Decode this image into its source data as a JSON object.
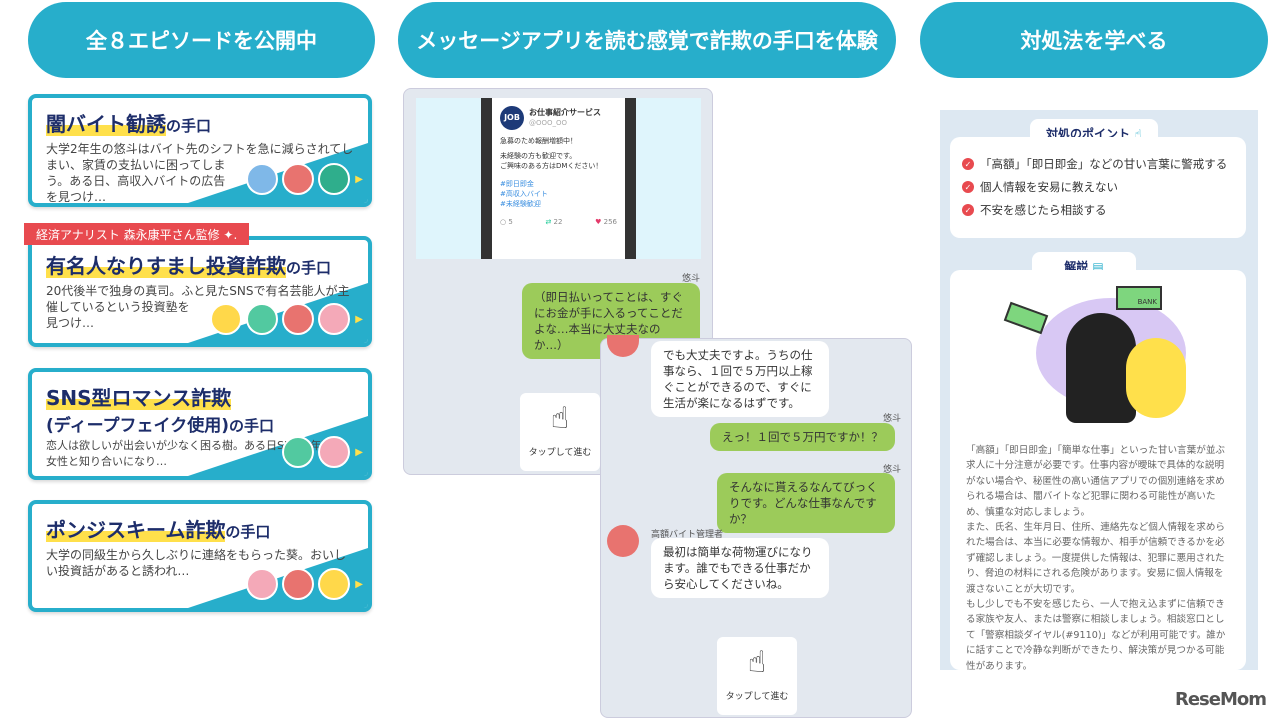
{
  "headers": [
    "全８エピソードを公開中",
    "メッセージアプリを読む感覚で詐欺の手口を体験",
    "対処法を学べる"
  ],
  "episodes": [
    {
      "title": "闇バイト勧誘",
      "suffix": "の手口",
      "desc": "大学2年生の悠斗はバイト先のシフトを急に減らされてしまい、家賃の支払いに困ってしまう。ある日、高収入バイトの広告を見つけ…",
      "avatars": [
        "#7fb8e8",
        "#e8736f",
        "#2fae8c"
      ]
    },
    {
      "title": "有名人なりすまし投資詐欺",
      "suffix": "の手口",
      "desc": "20代後半で独身の真司。ふと見たSNSで有名芸能人が主催しているという投資塾を見つけ…",
      "avatars": [
        "#ffd84a",
        "#52c9a0",
        "#e8736f",
        "#f4a9b8"
      ]
    },
    {
      "title": "SNS型ロマンス詐欺",
      "title2": "(ディープフェイク使用)",
      "suffix": "の手口",
      "desc": "恋人は欲しいが出会いが少なく困る樹。ある日SNSで年下の女性と知り合いになり…",
      "avatars": [
        "#52c9a0",
        "#f4a9b8"
      ]
    },
    {
      "title": "ポンジスキーム詐欺",
      "suffix": "の手口",
      "desc": "大学の同級生から久しぶりに連絡をもらった葵。おいしい投資話があると誘われ…",
      "avatars": [
        "#f4a9b8",
        "#e8736f",
        "#ffd84a"
      ]
    }
  ],
  "badge": "経済アナリスト 森永康平さん監修 ✦.",
  "tweet": {
    "logo": "JOB",
    "name": "お仕事紹介サービス",
    "handle": "@OOO_OO",
    "line1": "急募のため報酬増額中！",
    "line2": "未経験の方も歓迎です。",
    "line3": "ご興味のある方はDMください！",
    "tags": [
      "#即日即金",
      "#高収入バイト",
      "#未経験歓迎"
    ],
    "replies": "5",
    "retweets": "22",
    "likes": "256"
  },
  "chat1": {
    "name": "悠斗",
    "msg": "（即日払いってことは、すぐにお金が手に入るってことだよな…本当に大丈夫なのか…）",
    "tap": "タップして進む"
  },
  "chat2": {
    "m1": "でも大丈夫ですよ。うちの仕事なら、１回で５万円以上稼ぐことができるので、すぐに生活が楽になるはずです。",
    "n2": "悠斗",
    "m2": "えっ！１回で５万円ですか！？",
    "n3": "悠斗",
    "m3": "そんなに貰えるなんてびっくりです。どんな仕事なんですか？",
    "n4": "高額バイト管理者",
    "m4": "最初は簡単な荷物運びになります。誰でもできる仕事だから安心してくださいね。",
    "tap": "タップして進む"
  },
  "points": {
    "title": "対処のポイント",
    "items": [
      "「高額」「即日即金」などの甘い言葉に警戒する",
      "個人情報を安易に教えない",
      "不安を感じたら相談する"
    ]
  },
  "explain": {
    "title": "解説",
    "bank": "BANK",
    "text": "「高額」「即日即金」「簡単な仕事」といった甘い言葉が並ぶ求人に十分注意が必要です。仕事内容が曖昧で具体的な説明がない場合や、秘匿性の高い通信アプリでの個別連絡を求められる場合は、闇バイトなど犯罪に関わる可能性が高いため、慎重な対応しましょう。\nまた、氏名、生年月日、住所、連絡先など個人情報を求められた場合は、本当に必要な情報か、相手が信頼できるかを必ず確認しましょう。一度提供した情報は、犯罪に悪用されたり、脅迫の材料にされる危険があります。安易に個人情報を渡さないことが大切です。\nもし少しでも不安を感じたら、一人で抱え込まずに信頼できる家族や友人、または警察に相談しましょう。相談窓口として「警察相談ダイヤル(#9110)」などが利用可能です。誰かに話すことで冷静な判断ができたり、解決策が見つかる可能性があります。"
  },
  "watermark": "ReseMom",
  "colors": {
    "teal": "#27aecb",
    "navy": "#1d2d6a",
    "red": "#e84a4f",
    "green": "#9ccb5a",
    "yellow": "#ffe04b"
  }
}
